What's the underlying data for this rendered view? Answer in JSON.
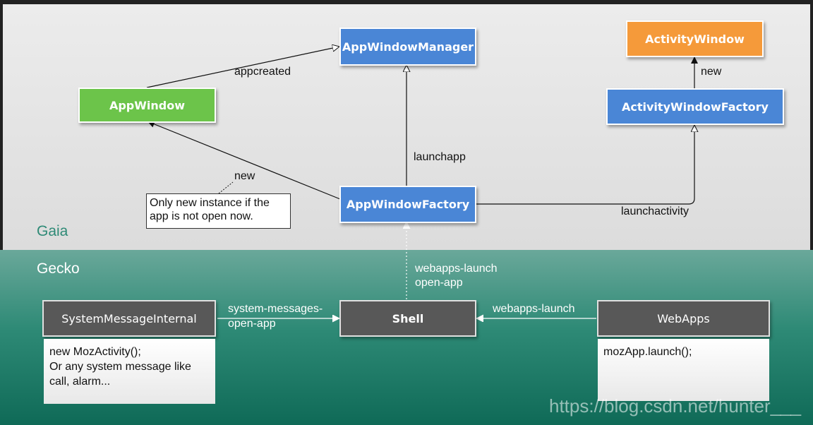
{
  "sections": {
    "gaia": "Gaia",
    "gecko": "Gecko"
  },
  "nodes": {
    "app_window_manager": "AppWindowManager",
    "app_window": "AppWindow",
    "activity_window": "ActivityWindow",
    "activity_window_factory": "ActivityWindowFactory",
    "app_window_factory": "AppWindowFactory",
    "system_message_internal": "SystemMessageInternal",
    "shell": "Shell",
    "web_apps": "WebApps"
  },
  "edges": {
    "appcreated": "appcreated",
    "new_activity": "new",
    "launchapp": "launchapp",
    "new_app": "new",
    "launchactivity": "launchactivity",
    "webapps_launch_open_app_line1": "webapps-launch",
    "webapps_launch_open_app_line2": "open-app",
    "system_messages_line1": "system-messages-",
    "system_messages_line2": "open-app",
    "webapps_launch": "webapps-launch"
  },
  "notes": {
    "new_instance": "Only new instance if the\napp is not open now.",
    "system_message_doc": "new MozActivity();\nOr any system message like\ncall, alarm...",
    "webapps_doc": "mozApp.launch();"
  },
  "watermark": "https://blog.csdn.net/hunter___",
  "colors": {
    "blue": "#4a86d6",
    "green": "#6cc44a",
    "orange": "#f59a3a",
    "gray": "#585858",
    "gaia_bg": "#e4e4e4",
    "gecko_bg": "#2e8a76"
  }
}
